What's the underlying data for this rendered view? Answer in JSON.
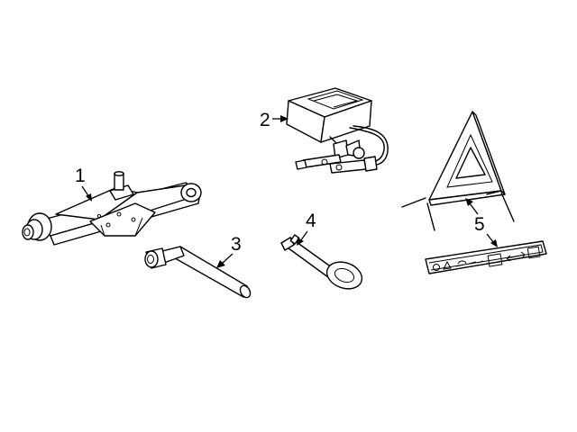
{
  "callouts": {
    "jack": "1",
    "tool_bag": "2",
    "lug_wrench": "3",
    "tow_hook": "4",
    "warning_kit": "5"
  }
}
